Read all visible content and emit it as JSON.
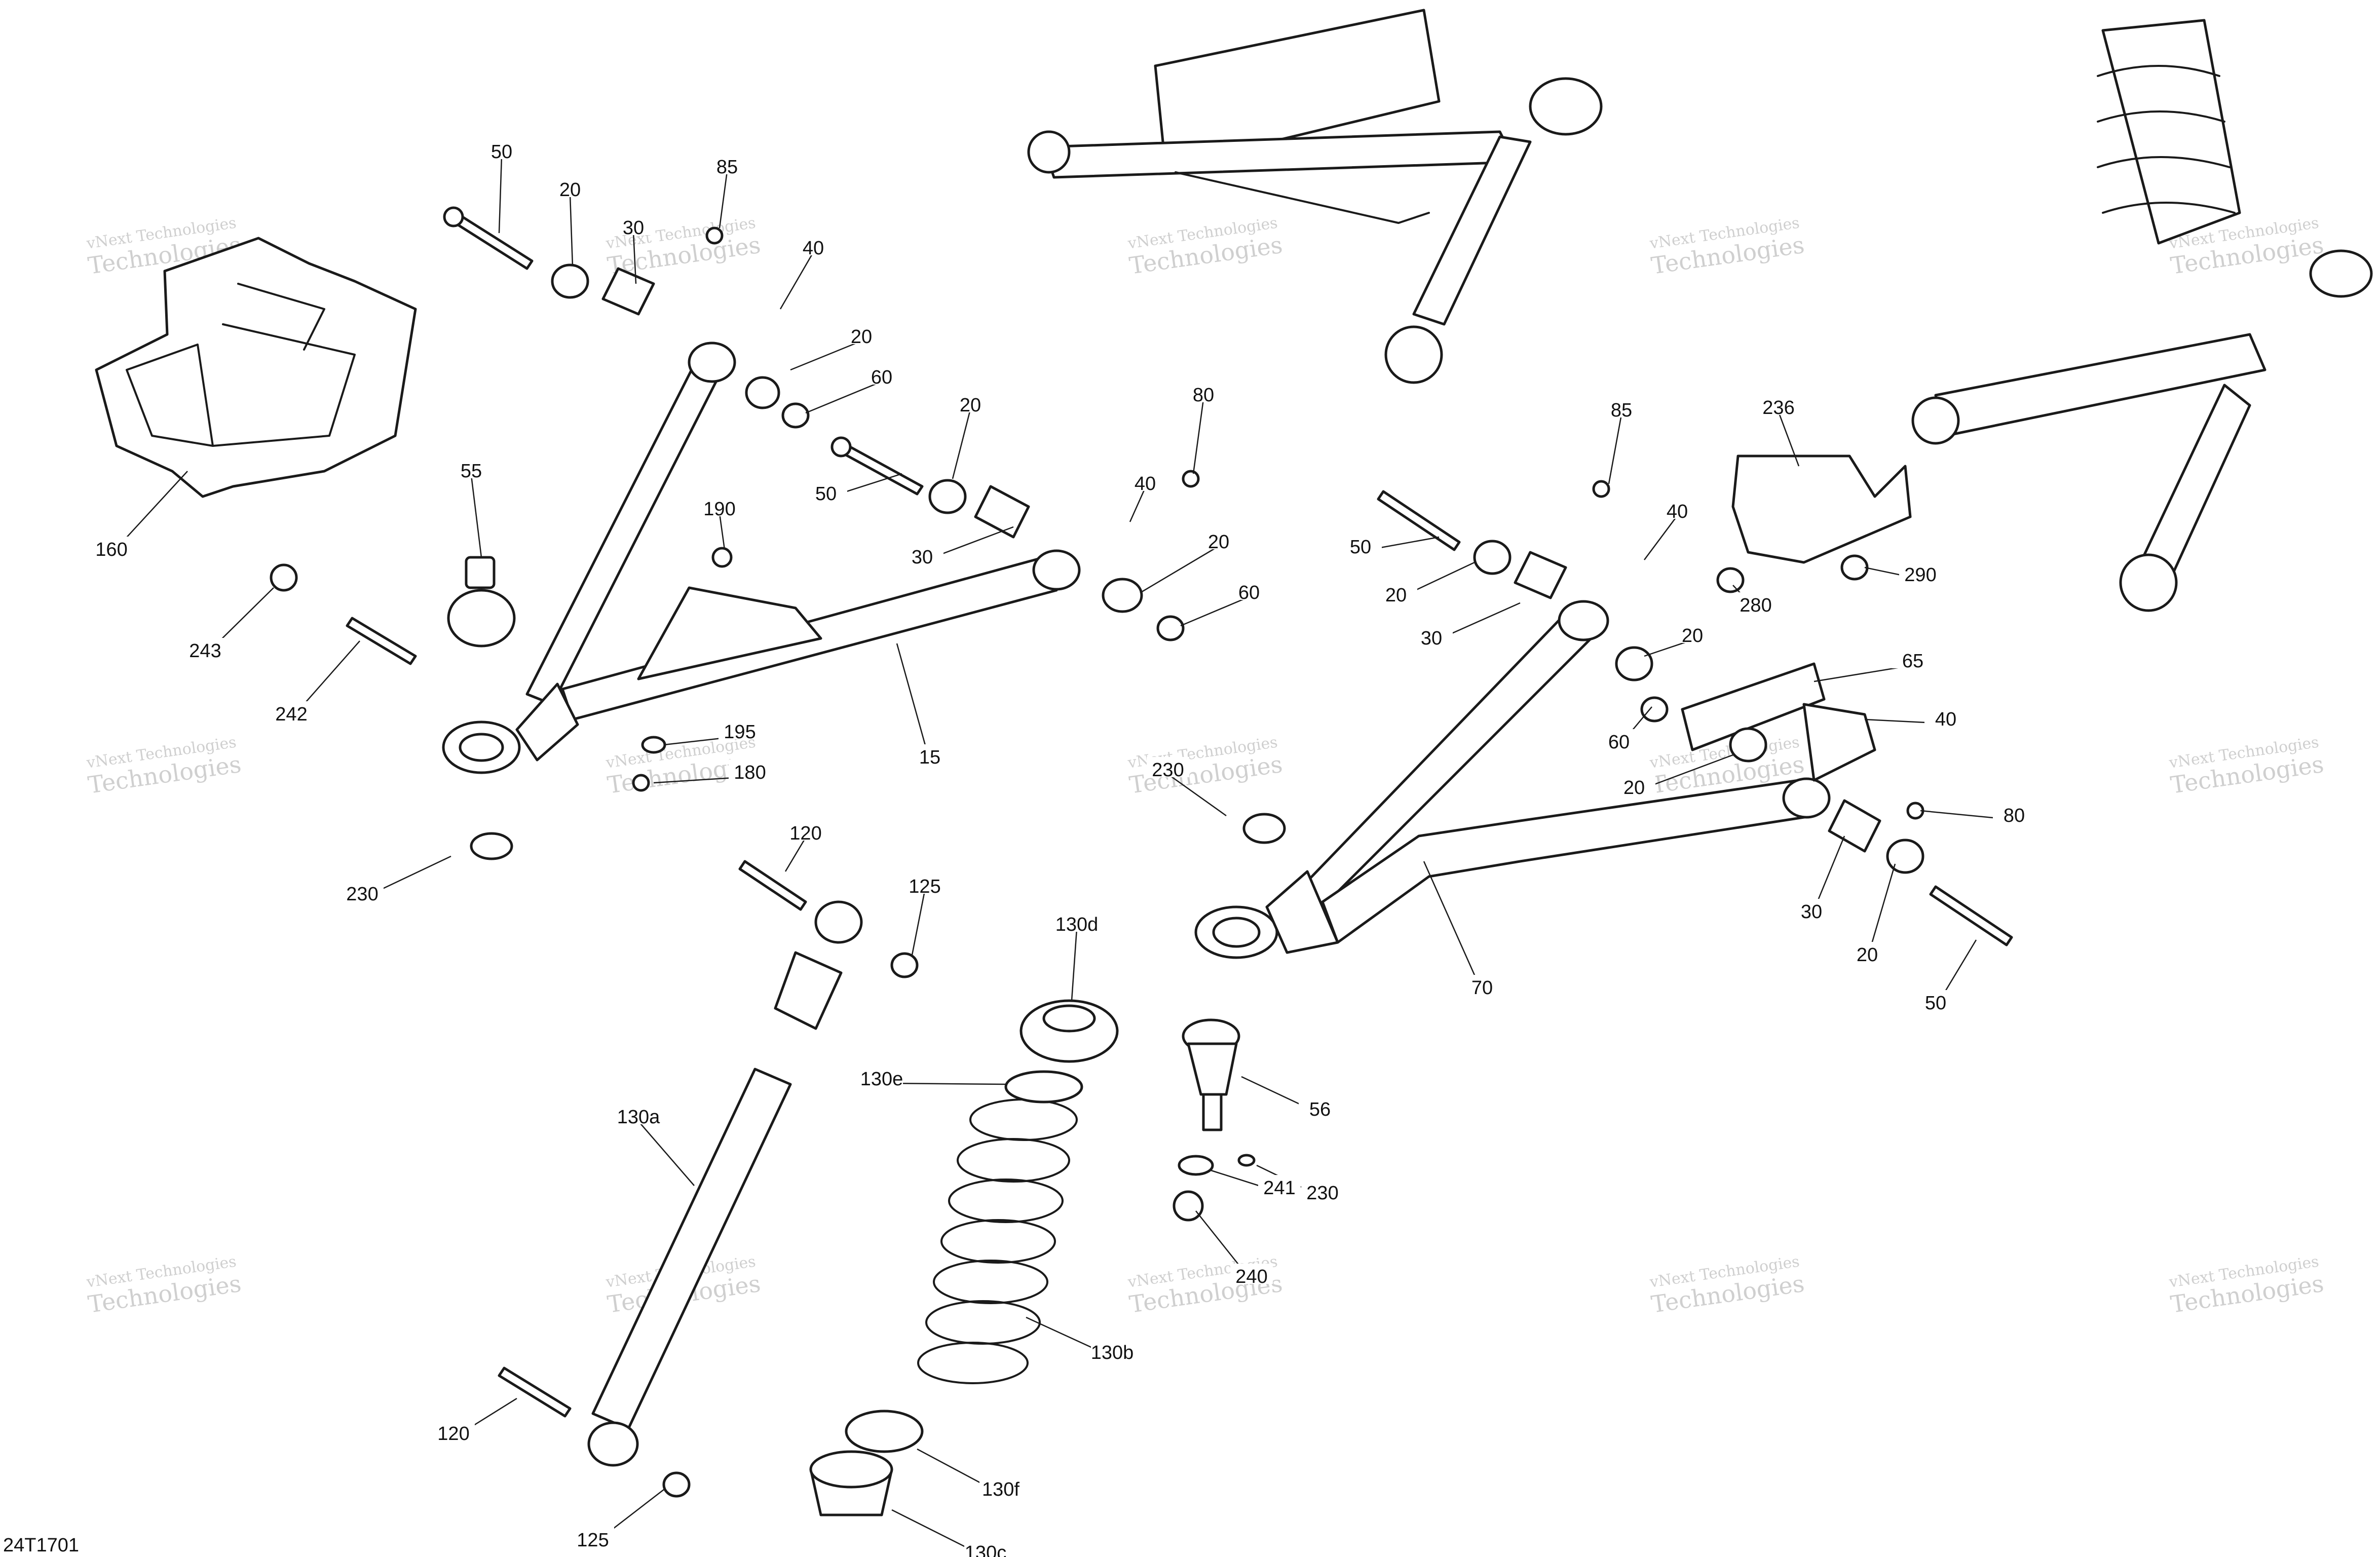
{
  "figure_id": "24T1701",
  "watermark": {
    "line1": "vNext Technologies",
    "line2": "Technologies"
  },
  "callouts": [
    {
      "label": "50"
    },
    {
      "label": "20"
    },
    {
      "label": "30"
    },
    {
      "label": "85"
    },
    {
      "label": "40"
    },
    {
      "label": "20"
    },
    {
      "label": "60"
    },
    {
      "label": "160"
    },
    {
      "label": "55"
    },
    {
      "label": "243"
    },
    {
      "label": "242"
    },
    {
      "label": "20"
    },
    {
      "label": "50"
    },
    {
      "label": "80"
    },
    {
      "label": "40"
    },
    {
      "label": "30"
    },
    {
      "label": "20"
    },
    {
      "label": "60"
    },
    {
      "label": "190"
    },
    {
      "label": "15"
    },
    {
      "label": "195"
    },
    {
      "label": "180"
    },
    {
      "label": "230"
    },
    {
      "label": "120"
    },
    {
      "label": "125"
    },
    {
      "label": "130d"
    },
    {
      "label": "130e"
    },
    {
      "label": "130a"
    },
    {
      "label": "56"
    },
    {
      "label": "230"
    },
    {
      "label": "241"
    },
    {
      "label": "240"
    },
    {
      "label": "130b"
    },
    {
      "label": "120"
    },
    {
      "label": "130f"
    },
    {
      "label": "125"
    },
    {
      "label": "130c"
    },
    {
      "label": "85"
    },
    {
      "label": "236"
    },
    {
      "label": "50"
    },
    {
      "label": "40"
    },
    {
      "label": "20"
    },
    {
      "label": "30"
    },
    {
      "label": "280"
    },
    {
      "label": "290"
    },
    {
      "label": "20"
    },
    {
      "label": "65"
    },
    {
      "label": "60"
    },
    {
      "label": "40"
    },
    {
      "label": "20"
    },
    {
      "label": "230"
    },
    {
      "label": "80"
    },
    {
      "label": "30"
    },
    {
      "label": "20"
    },
    {
      "label": "70"
    },
    {
      "label": "50"
    }
  ]
}
